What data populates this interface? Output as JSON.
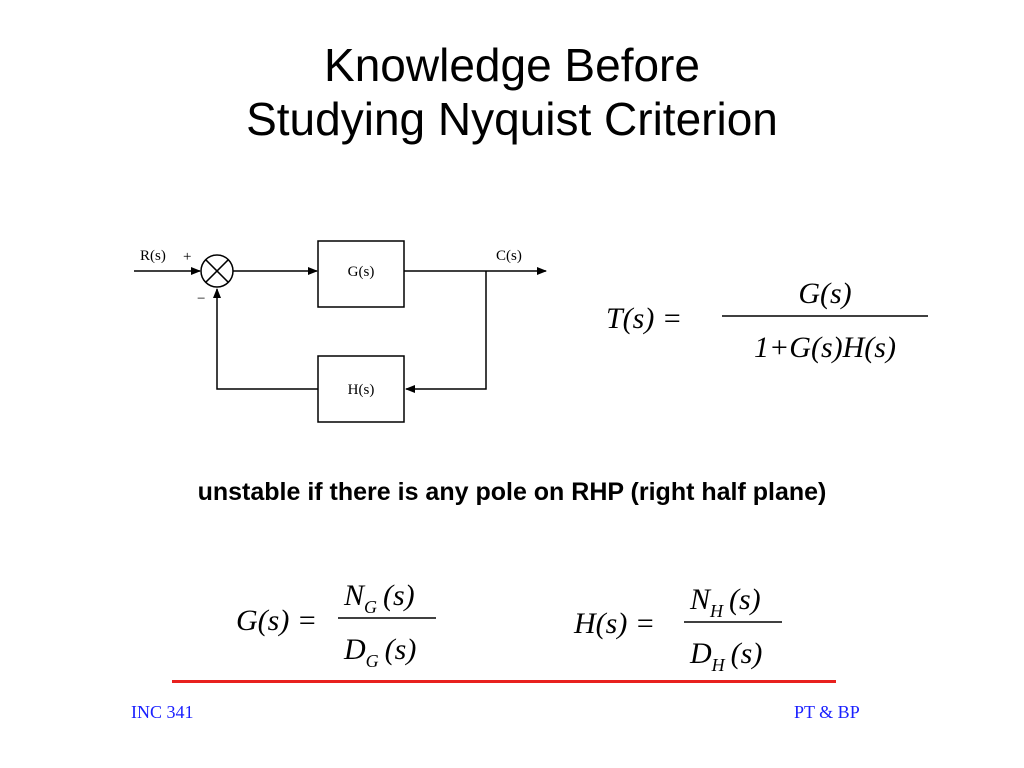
{
  "slide": {
    "title_line1": "Knowledge Before",
    "title_line2": "Studying Nyquist Criterion",
    "statement": "unstable if there is any pole on RHP (right half plane)",
    "footer_left": "INC 341",
    "footer_right": "PT & BP",
    "rule_color": "#e8201e",
    "footer_color": "#1a20ff"
  },
  "diagram": {
    "input_label": "R(s)",
    "output_label": "C(s)",
    "plus_sign": "+",
    "minus_sign": "−",
    "forward_block": "G(s)",
    "feedback_block": "H(s)"
  },
  "equations": {
    "transfer": {
      "lhs": "T(s) =",
      "numerator": "G(s)",
      "denominator": "1+G(s)H(s)"
    },
    "g": {
      "lhs": "G(s) =",
      "num_main": "N",
      "num_sub": "G",
      "num_tail": "(s)",
      "den_main": "D",
      "den_sub": "G",
      "den_tail": "(s)"
    },
    "h": {
      "lhs": "H(s) =",
      "num_main": "N",
      "num_sub": "H",
      "num_tail": "(s)",
      "den_main": "D",
      "den_sub": "H",
      "den_tail": "(s)"
    }
  }
}
